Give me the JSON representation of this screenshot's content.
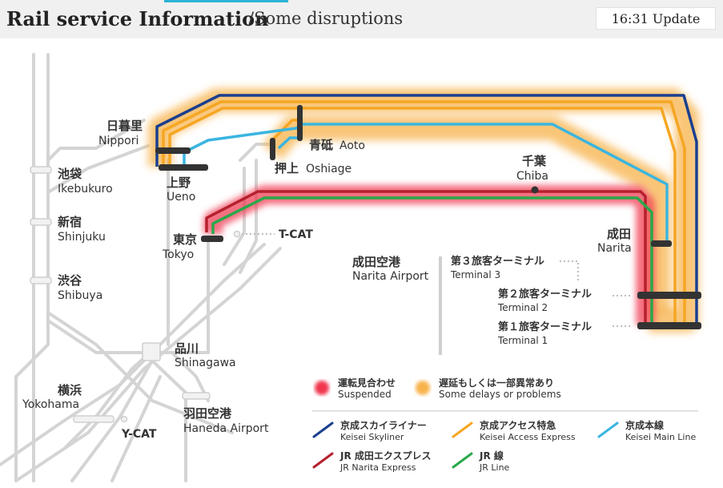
{
  "header": {
    "title": "Rail service Information",
    "status": "/Some disruptions",
    "update": "16:31 Update"
  },
  "stations": {
    "nippori": {
      "jp": "日暮里",
      "en": "Nippori"
    },
    "ueno": {
      "jp": "上野",
      "en": "Ueno"
    },
    "aoto": {
      "jp": "青砥",
      "en": "Aoto"
    },
    "oshiage": {
      "jp": "押上",
      "en": "Oshiage"
    },
    "chiba": {
      "jp": "千葉",
      "en": "Chiba"
    },
    "ikebukuro": {
      "jp": "池袋",
      "en": "Ikebukuro"
    },
    "shinjuku": {
      "jp": "新宿",
      "en": "Shinjuku"
    },
    "shibuya": {
      "jp": "渋谷",
      "en": "Shibuya"
    },
    "tokyo": {
      "jp": "東京",
      "en": "Tokyo"
    },
    "tcat": {
      "en": "T-CAT"
    },
    "narita": {
      "jp": "成田",
      "en": "Narita"
    },
    "narita_airport": {
      "jp": "成田空港",
      "en": "Narita Airport"
    },
    "terminal3": {
      "jp": "第３旅客ターミナル",
      "en": "Terminal 3"
    },
    "terminal2": {
      "jp": "第２旅客ターミナル",
      "en": "Terminal 2"
    },
    "terminal1": {
      "jp": "第１旅客ターミナル",
      "en": "Terminal 1"
    },
    "shinagawa": {
      "jp": "品川",
      "en": "Shinagawa"
    },
    "yokohama": {
      "jp": "横浜",
      "en": "Yokohama"
    },
    "ycat": {
      "en": "Y-CAT"
    },
    "haneda": {
      "jp": "羽田空港",
      "en": "Haneda Airport"
    }
  },
  "status_legend": [
    {
      "jp": "運転見合わせ",
      "en": "Suspended",
      "color": "#e8213a"
    },
    {
      "jp": "遅延もしくは一部異常あり",
      "en": "Some delays or problems",
      "color": "#f4a830"
    }
  ],
  "line_legend": [
    {
      "jp": "京成スカイライナー",
      "en": "Keisei Skyliner",
      "color": "#1a3f8f"
    },
    {
      "jp": "京成アクセス特急",
      "en": "Keisei Access Express",
      "color": "#f5a623"
    },
    {
      "jp": "京成本線",
      "en": "Keisei Main Line",
      "color": "#3ab5e0"
    },
    {
      "jp": "JR 成田エクスプレス",
      "en": "JR Narita Express",
      "color": "#b5202e"
    },
    {
      "jp": "JR 線",
      "en": "JR Line",
      "color": "#2aa84a"
    }
  ]
}
